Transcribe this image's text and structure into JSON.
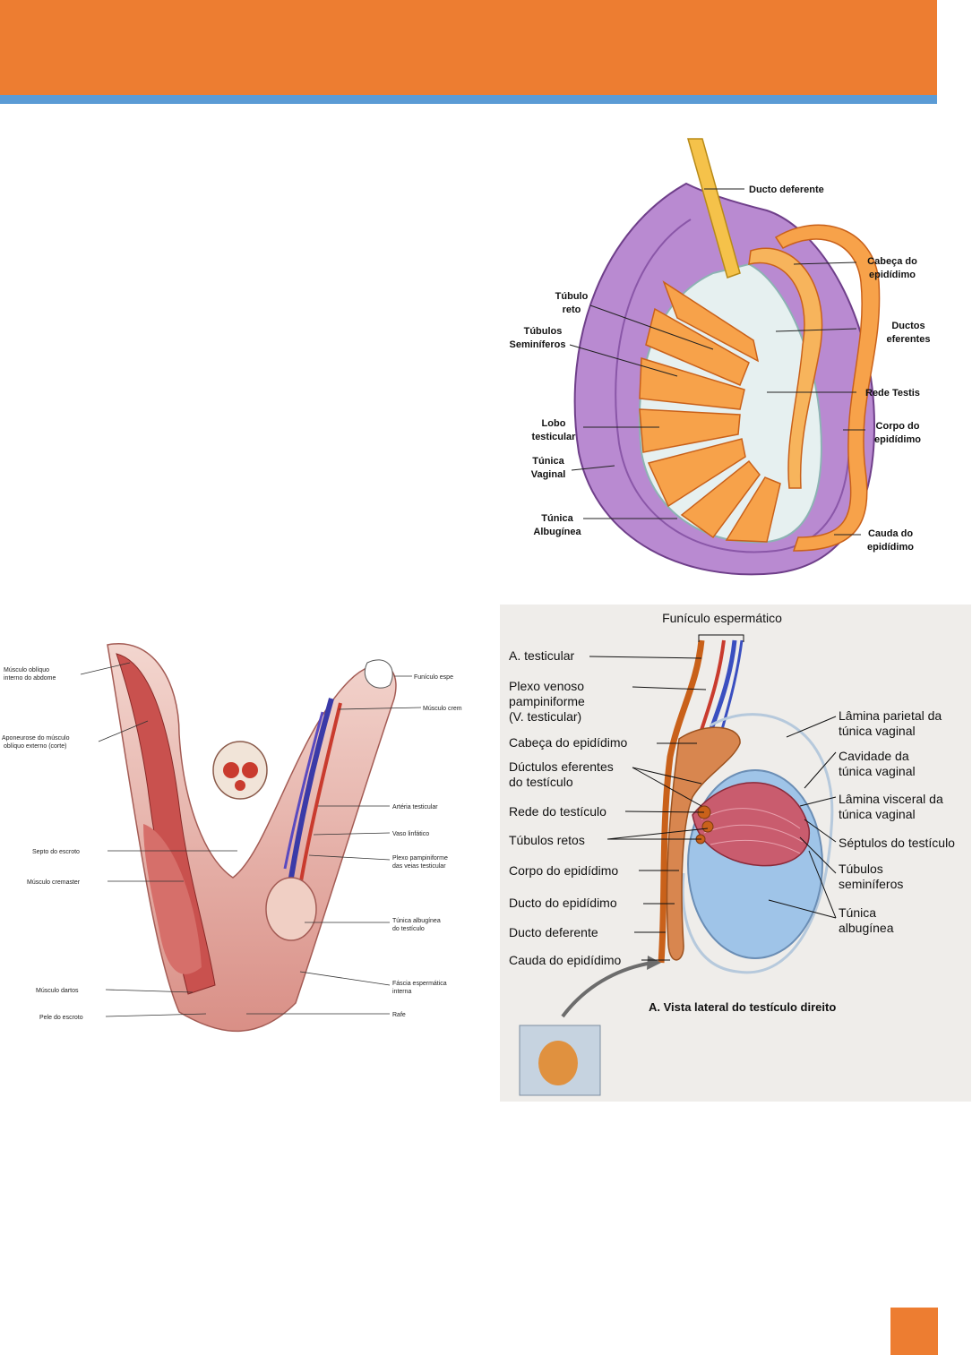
{
  "colors": {
    "header": "#ed7d31",
    "header_rule": "#5b9bd5",
    "page_box": "#ed7d31"
  },
  "fig1": {
    "labels": {
      "ducto_deferente": "Ducto deferente",
      "cabeca_l1": "Cabeça do",
      "cabeca_l2": "epidídimo",
      "tubulo_reto_l1": "Túbulo",
      "tubulo_reto_l2": "reto",
      "ductos_eferentes_l1": "Ductos",
      "ductos_eferentes_l2": "eferentes",
      "tubulos_sem_l1": "Túbulos",
      "tubulos_sem_l2": "Seminíferos",
      "rede_testis": "Rede Testis",
      "lobo_l1": "Lobo",
      "lobo_l2": "testicular",
      "corpo_l1": "Corpo do",
      "corpo_l2": "epidídimo",
      "tunica_vag_l1": "Túnica",
      "tunica_vag_l2": "Vaginal",
      "tunica_alb_l1": "Túnica",
      "tunica_alb_l2": "Albugínea",
      "cauda_l1": "Cauda do",
      "cauda_l2": "epidídimo"
    }
  },
  "fig2": {
    "labels": {
      "l1a": "Músculo oblíquo",
      "l1b": "interno do abdome",
      "l2a": "Aponeurose do músculo",
      "l2b": "oblíquo externo (corte)",
      "l3": "Septo do escroto",
      "l4": "Músculo cremaster",
      "l5": "Músculo dartos",
      "l6": "Pele do escroto",
      "r1": "Funículo espe",
      "r2": "Músculo crem",
      "r3": "Artéria testicular",
      "r4": "Vaso linfático",
      "r5a": "Plexo pampiniforme",
      "r5b": "das veias testicular",
      "r6a": "Túnica albugínea",
      "r6b": "do testículo",
      "r7a": "Fáscia espermática",
      "r7b": "interna",
      "r8": "Rafe"
    }
  },
  "fig3": {
    "labels": {
      "funiculo": "Funículo espermático",
      "a_testicular": "A. testicular",
      "plexo_l1": "Plexo venoso",
      "plexo_l2": "pampiniforme",
      "plexo_l3": "(V. testicular)",
      "cabeca": "Cabeça do epidídimo",
      "ductulos_l1": "Dúctulos eferentes",
      "ductulos_l2": "do testículo",
      "rede": "Rede do testículo",
      "tubulos_retos": "Túbulos retos",
      "corpo": "Corpo do epidídimo",
      "ducto_epid": "Ducto do epidídimo",
      "ducto_def": "Ducto deferente",
      "cauda": "Cauda do epidídimo",
      "lam_par_l1": "Lâmina parietal da",
      "lam_par_l2": "túnica vaginal",
      "cavidade_l1": "Cavidade da",
      "cavidade_l2": "túnica vaginal",
      "lam_visc_l1": "Lâmina visceral da",
      "lam_visc_l2": "túnica vaginal",
      "septulos": "Séptulos do testículo",
      "tubulos_sem_l1": "Túbulos",
      "tubulos_sem_l2": "seminíferos",
      "tunica_alb_l1": "Túnica",
      "tunica_alb_l2": "albugínea",
      "caption": "A. Vista lateral do testículo direito"
    }
  }
}
